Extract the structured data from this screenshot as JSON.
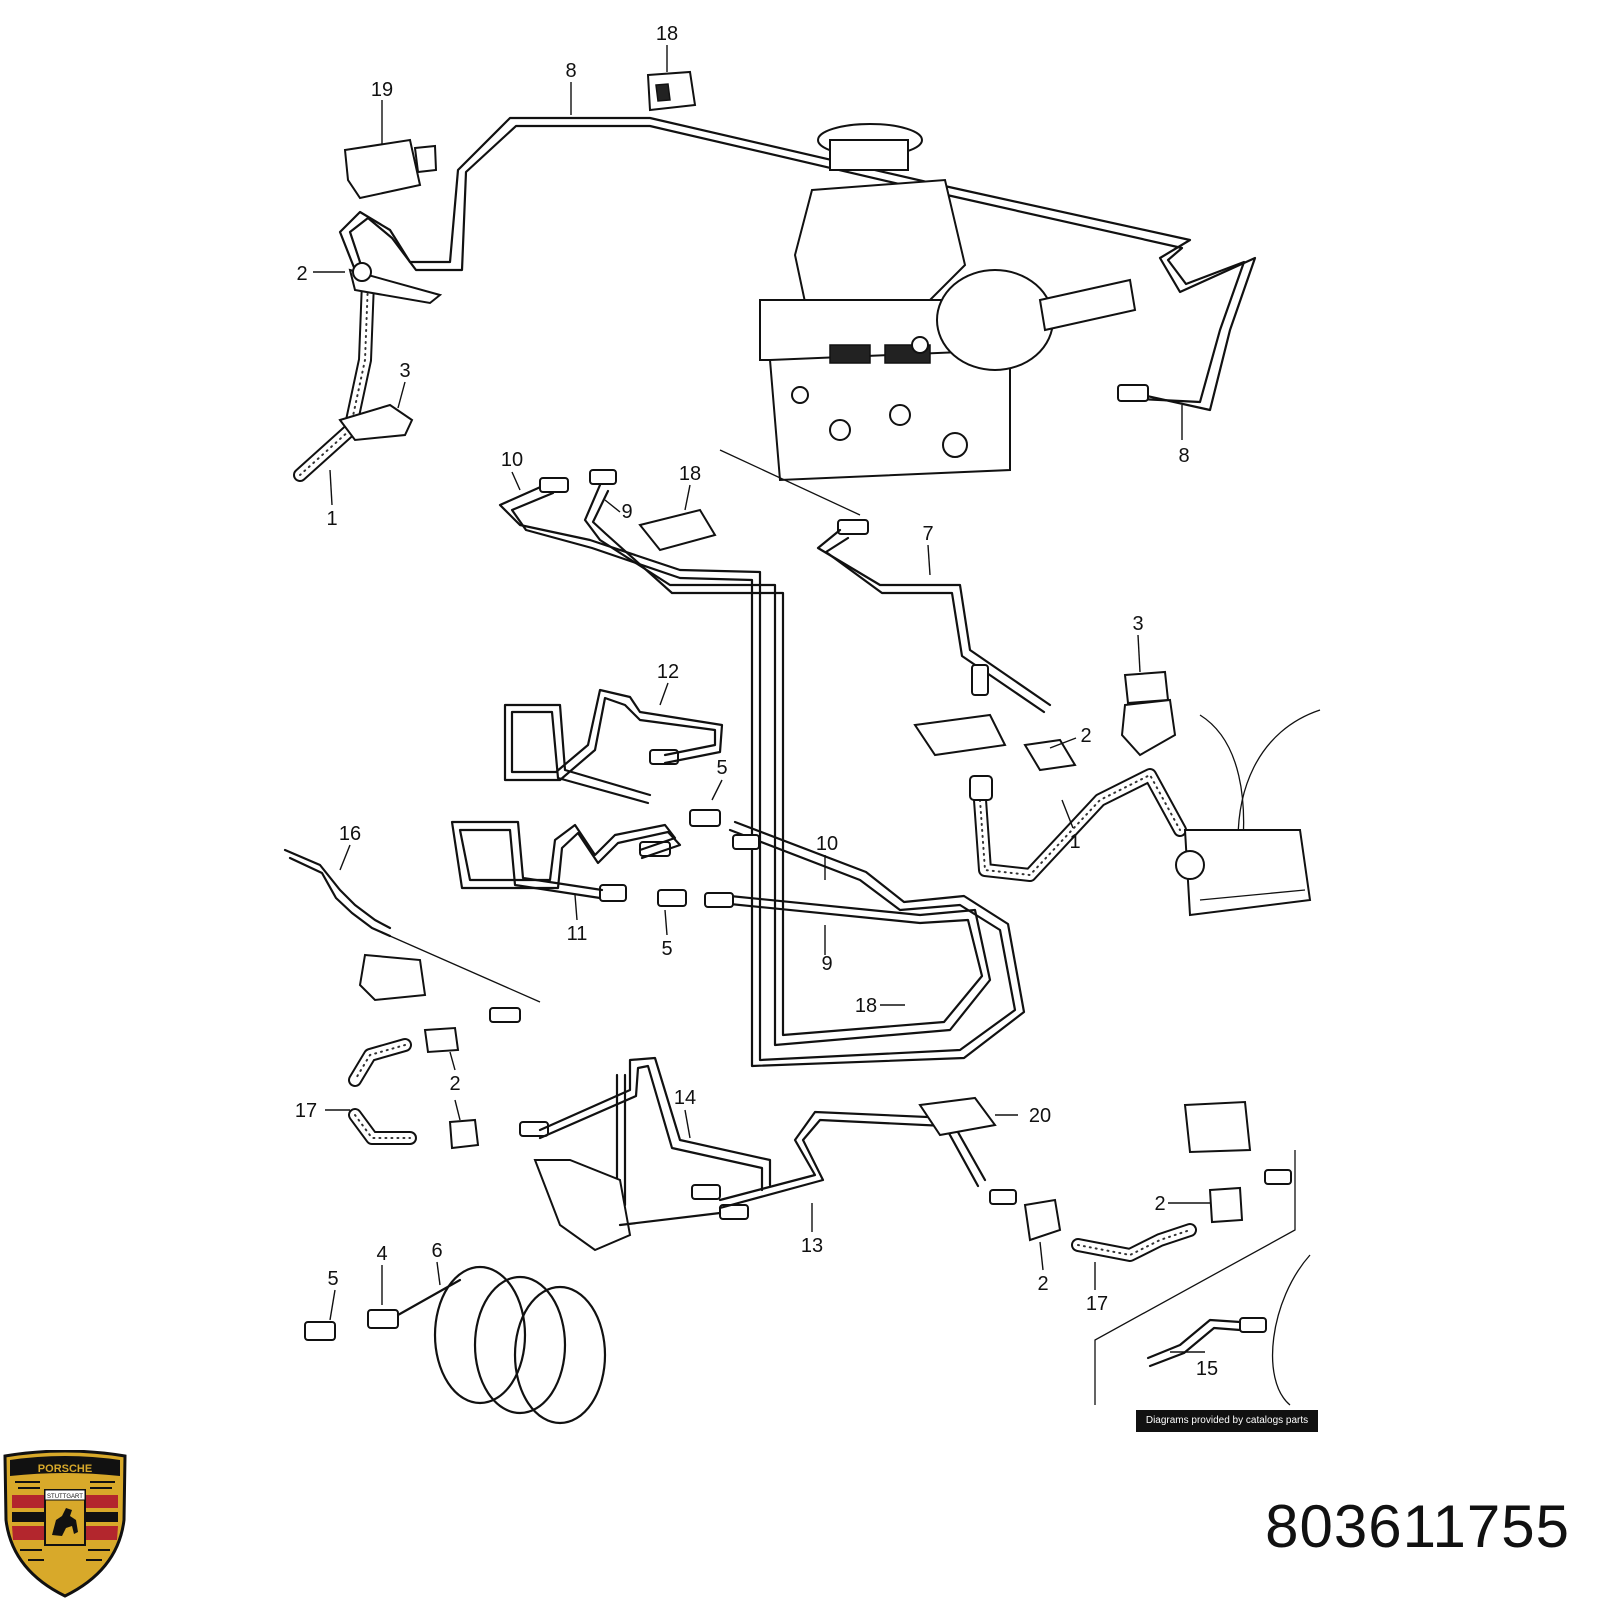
{
  "part_number": "803611755",
  "credit": "Diagrams provided by catalogs parts",
  "logo": {
    "brand": "PORSCHE",
    "city": "STUTTGART",
    "colors": {
      "gold": "#d8a92a",
      "red": "#b3262d",
      "black": "#111111"
    }
  },
  "callouts": [
    "18",
    "19",
    "8",
    "2",
    "3",
    "1",
    "8",
    "10",
    "18",
    "9",
    "7",
    "3",
    "12",
    "2",
    "5",
    "1",
    "16",
    "10",
    "11",
    "5",
    "9",
    "18",
    "2",
    "17",
    "14",
    "20",
    "2",
    "13",
    "5",
    "4",
    "6",
    "2",
    "17",
    "15"
  ]
}
